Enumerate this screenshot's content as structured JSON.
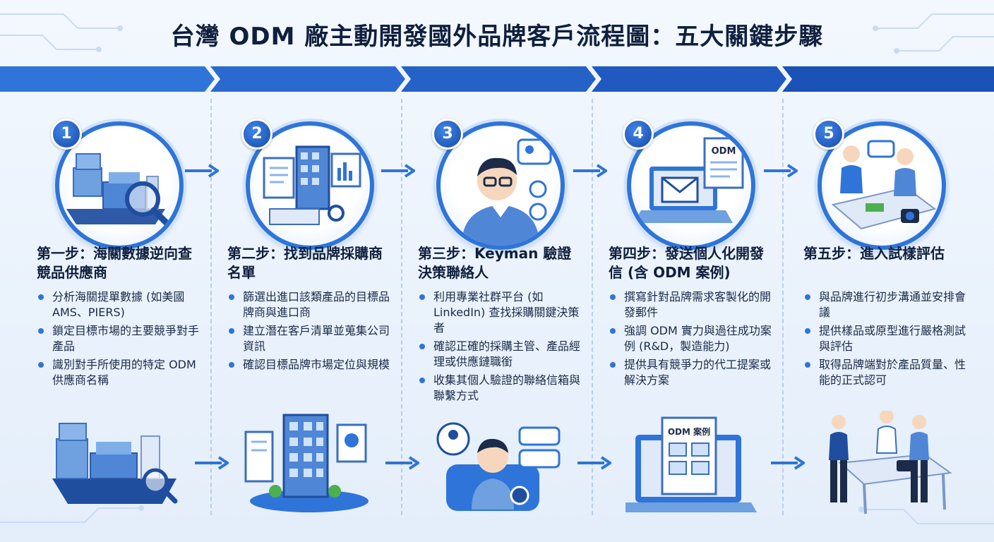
{
  "title": "台灣 ODM 廠主動開發國外品牌客戶流程圖：五大關鍵步驟",
  "colors": {
    "primary": "#1f5fc8",
    "accent": "#2f74d8",
    "text": "#0f1f3d",
    "background": "#eef5fd"
  },
  "steps": [
    {
      "number": "1",
      "title": "第一步：海關數據逆向查競品供應商",
      "icon": "cargo-ship-magnifier-icon",
      "bullets": [
        "分析海關提單數據 (如美國 AMS、PIERS)",
        "鎖定目標市場的主要競爭對手產品",
        "識別對手所使用的特定 ODM 供應商名稱"
      ]
    },
    {
      "number": "2",
      "title": "第二步：找到品牌採購商名單",
      "icon": "office-building-documents-icon",
      "bullets": [
        "篩選出進口該類產品的目標品牌商與進口商",
        "建立潛在客戶清單並蒐集公司資訊",
        "確認目標品牌市場定位與規模"
      ]
    },
    {
      "number": "3",
      "title": "第三步：Keyman 驗證決策聯絡人",
      "icon": "contact-person-icon",
      "bullets": [
        "利用專業社群平台 (如 LinkedIn) 查找採購關鍵決策者",
        "確認正確的採購主管、產品經理或供應鏈職銜",
        "收集其個人驗證的聯絡信箱與聯繫方式"
      ]
    },
    {
      "number": "4",
      "title": "第四步：發送個人化開發信 (含 ODM 案例)",
      "icon": "laptop-email-icon",
      "doc_label": "ODM",
      "case_label": "ODM 案例",
      "bullets": [
        "撰寫針對品牌需求客製化的開發郵件",
        "強調 ODM 實力與過往成功案例 (R&D，製造能力)",
        "提供具有競爭力的代工提案或解決方案"
      ]
    },
    {
      "number": "5",
      "title": "第五步：進入試樣評估",
      "icon": "meeting-samples-icon",
      "bullets": [
        "與品牌進行初步溝通並安排會議",
        "提供樣品或原型進行嚴格測試與評估",
        "取得品牌端對於產品質量、性能的正式認可"
      ]
    }
  ]
}
